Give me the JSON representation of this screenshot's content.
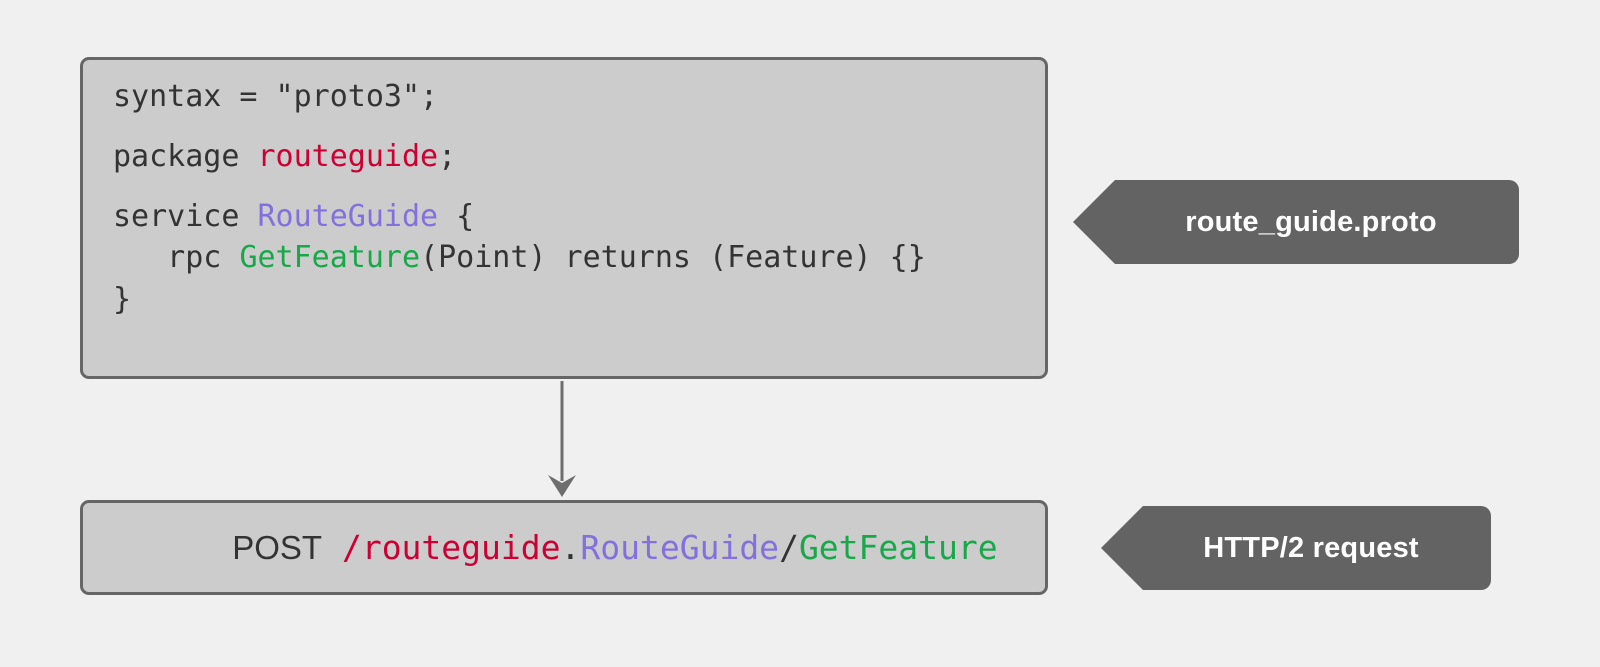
{
  "diagram": {
    "background_color": "#f0f0f0",
    "box_fill": "#cccccc",
    "box_border": "#666666",
    "callout_fill": "#636363",
    "colors": {
      "package": "#cc0033",
      "service": "#8470dd",
      "method": "#17a84a",
      "plain": "#333333",
      "arrow": "#666666"
    }
  },
  "proto_box": {
    "name": "route_guide.proto",
    "lines": [
      {
        "type": "code",
        "tokens": [
          {
            "text": "syntax = \"proto3\";",
            "color": "plain"
          }
        ]
      },
      {
        "type": "blank"
      },
      {
        "type": "code",
        "tokens": [
          {
            "text": "package ",
            "color": "plain"
          },
          {
            "text": "routeguide",
            "color": "package"
          },
          {
            "text": ";",
            "color": "plain"
          }
        ]
      },
      {
        "type": "blank"
      },
      {
        "type": "code",
        "tokens": [
          {
            "text": "service ",
            "color": "plain"
          },
          {
            "text": "RouteGuide",
            "color": "service"
          },
          {
            "text": " {",
            "color": "plain"
          }
        ]
      },
      {
        "type": "code",
        "tokens": [
          {
            "text": "   rpc ",
            "color": "plain"
          },
          {
            "text": "GetFeature",
            "color": "method"
          },
          {
            "text": "(Point) returns (Feature) {}",
            "color": "plain"
          }
        ]
      },
      {
        "type": "code",
        "tokens": [
          {
            "text": "}",
            "color": "plain"
          }
        ]
      }
    ]
  },
  "post_box": {
    "verb": "POST",
    "path_tokens": [
      {
        "text": "/routeguide",
        "color": "package"
      },
      {
        "text": ".",
        "color": "plain"
      },
      {
        "text": "RouteGuide",
        "color": "service"
      },
      {
        "text": "/",
        "color": "plain"
      },
      {
        "text": "GetFeature",
        "color": "method"
      }
    ]
  },
  "callouts": [
    {
      "id": "proto",
      "label": "route_guide.proto"
    },
    {
      "id": "http",
      "label": "HTTP/2 request"
    }
  ],
  "arrow": {
    "direction": "down",
    "from": "proto_box",
    "to": "post_box"
  }
}
